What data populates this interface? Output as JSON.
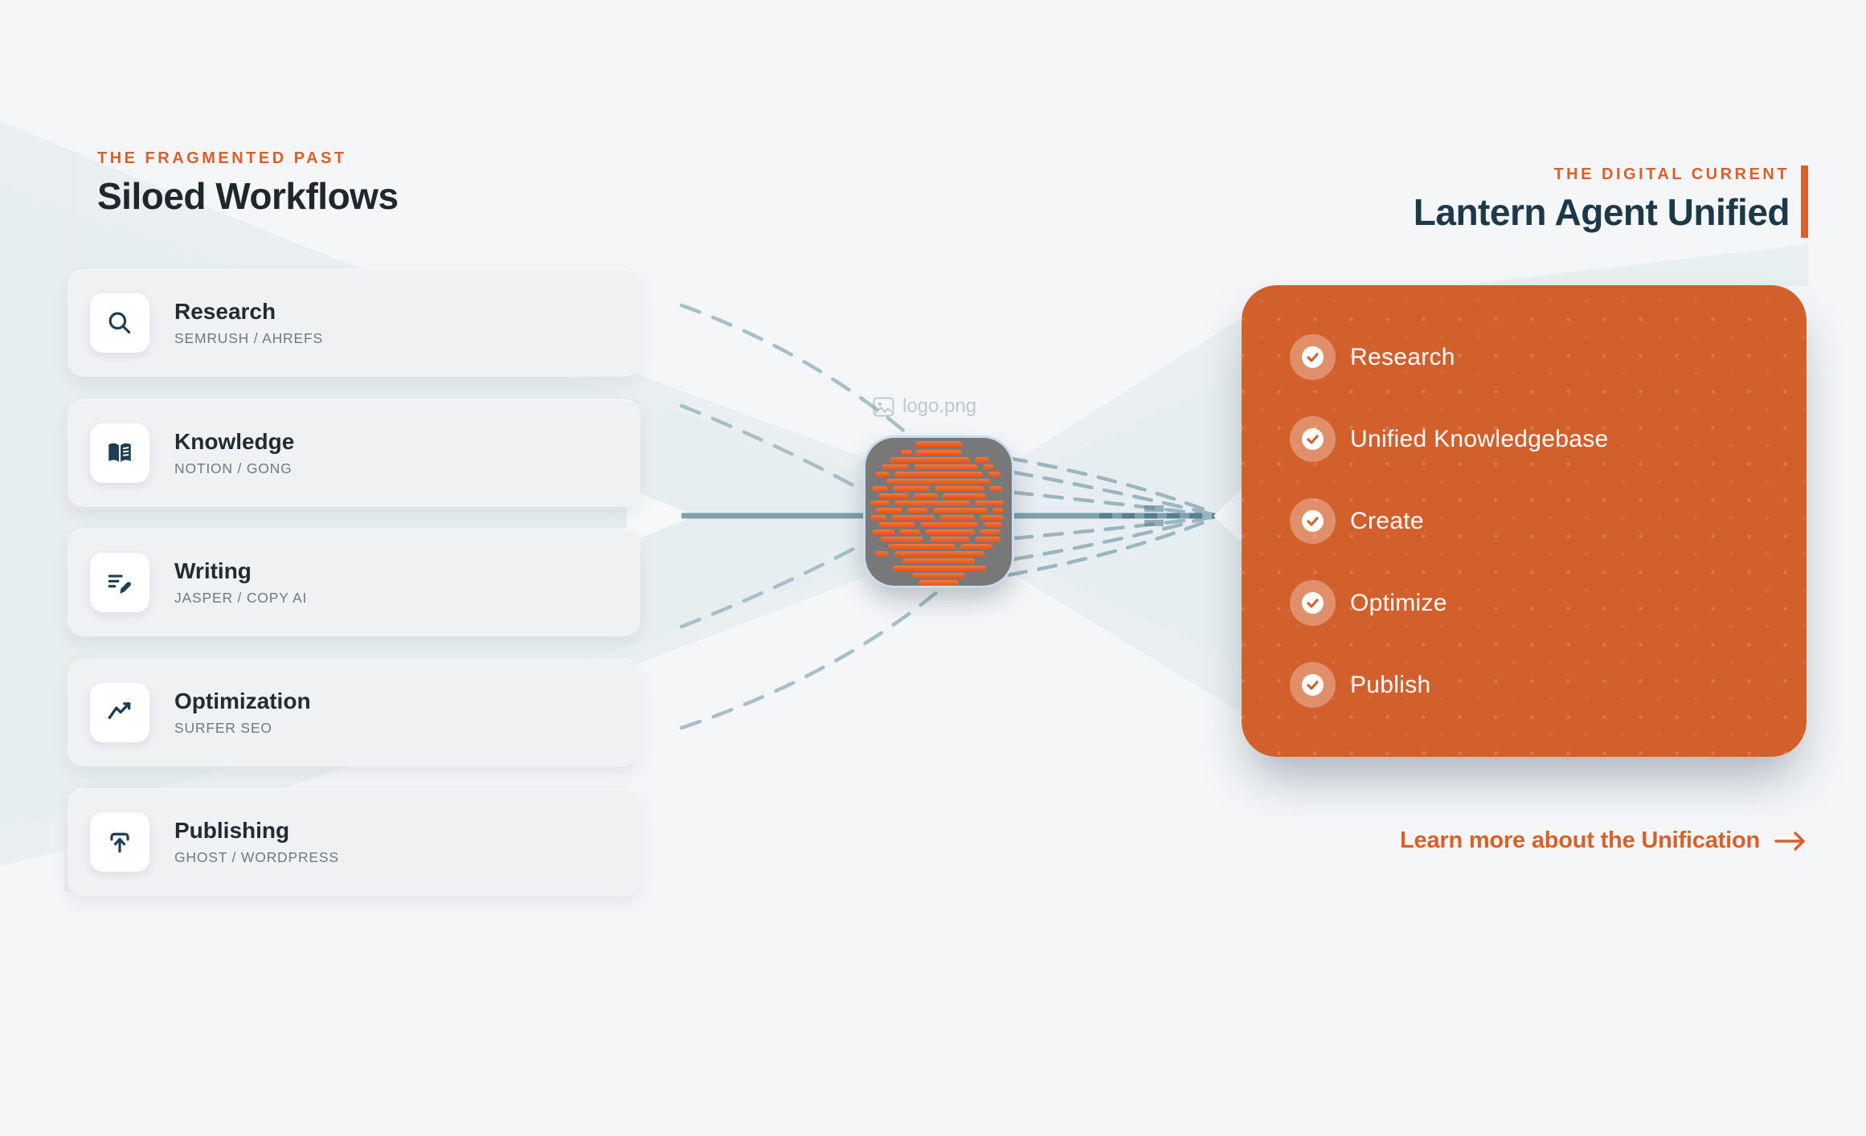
{
  "colors": {
    "accent": "#d8602b",
    "panel_orange": "#d2602c",
    "heading_left_ink": "#21262c",
    "heading_right_ink": "#1d3848",
    "card_icon_ink": "#1e3f50",
    "solid_line": "#7ba2ae",
    "dashed_line": "#a6bfc8"
  },
  "left_section": {
    "eyebrow": "THE FRAGMENTED PAST",
    "title": "Siloed Workflows",
    "cards": [
      {
        "title": "Research",
        "subtitle": "SEMRUSH / AHREFS",
        "icon": "search-icon"
      },
      {
        "title": "Knowledge",
        "subtitle": "NOTION / GONG",
        "icon": "book-open-icon"
      },
      {
        "title": "Writing",
        "subtitle": "JASPER / COPY AI",
        "icon": "pencil-lines-icon"
      },
      {
        "title": "Optimization",
        "subtitle": "SURFER SEO",
        "icon": "trending-up-icon"
      },
      {
        "title": "Publishing",
        "subtitle": "GHOST / WORDPRESS",
        "icon": "upload-icon"
      }
    ]
  },
  "center": {
    "ghost_label": "logo.png"
  },
  "right_section": {
    "eyebrow": "THE DIGITAL CURRENT",
    "title": "Lantern Agent Unified",
    "items": [
      "Research",
      "Unified Knowledgebase",
      "Create",
      "Optimize",
      "Publish"
    ],
    "link_label": "Learn more about the Unification"
  }
}
